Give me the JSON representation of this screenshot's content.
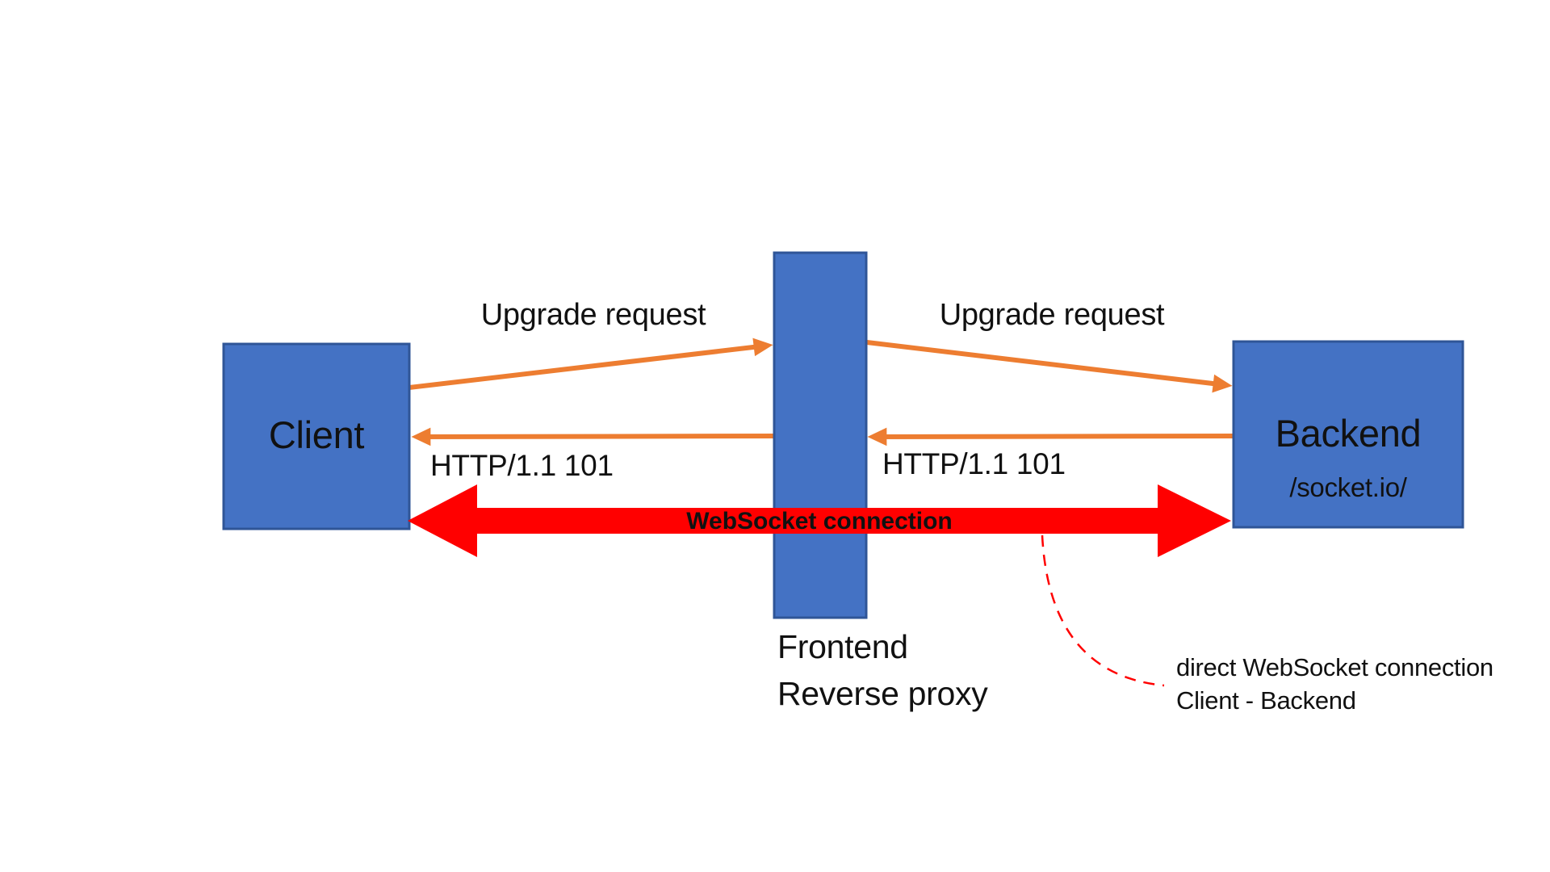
{
  "diagram": {
    "nodes": {
      "client": {
        "label": "Client"
      },
      "proxy": {
        "lines": [
          "Frontend",
          "Reverse proxy"
        ]
      },
      "backend": {
        "label": "Backend",
        "sublabel": "/socket.io/"
      }
    },
    "flows": {
      "upgrade_left": {
        "label": "Upgrade request"
      },
      "upgrade_right": {
        "label": "Upgrade request"
      },
      "http_left": {
        "label": "HTTP/1.1 101"
      },
      "http_right": {
        "label": "HTTP/1.1 101"
      },
      "websocket": {
        "label": "WebSocket connection"
      }
    },
    "annotation": {
      "lines": [
        "direct WebSocket connection",
        "Client - Backend"
      ]
    },
    "colors": {
      "node_fill": "#4472C4",
      "node_border": "#2F5597",
      "arrow_orange": "#ED7D31",
      "arrow_red": "#FF0000",
      "label_text": "#111111"
    }
  }
}
